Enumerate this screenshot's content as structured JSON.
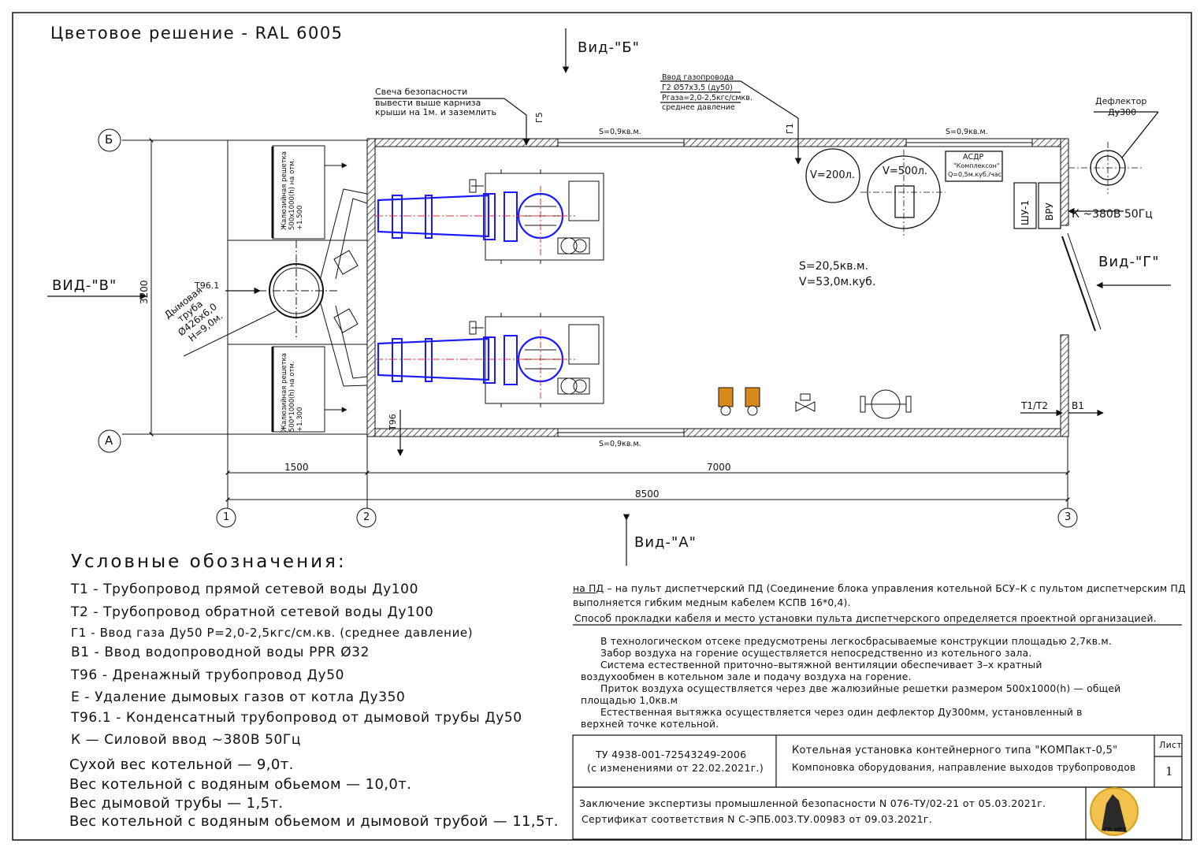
{
  "header": {
    "color_solution": "Цветовое решение - RAL 6005"
  },
  "views": {
    "view_b": "Вид-\"Б\"",
    "view_v": "ВИД-\"В\"",
    "view_g": "Вид-\"Г\"",
    "view_a": "Вид-\"А\""
  },
  "axes": {
    "row_top": "Б",
    "row_bottom": "А",
    "col_1": "1",
    "col_2": "2",
    "col_3": "3"
  },
  "dimensions": {
    "height": "3200",
    "dim_1500": "1500",
    "dim_7000": "7000",
    "dim_8500": "8500"
  },
  "callouts": {
    "candle_1": "Свеча безопасности",
    "candle_2": "вывести выше карниза",
    "candle_3": "крыши на 1м. и заземлить",
    "g5": "Г5",
    "gas_1": "Ввод газопровода",
    "gas_2": "Г2   Ø57х3,5 (ду50)",
    "gas_3": "Ргаза=2,0-2,5кгс/смкв.",
    "gas_4": "среднее давление",
    "g1": "Г1",
    "deflector_1": "Дефлектор",
    "deflector_2": "Ду300",
    "s_top_1": "S=0,9кв.м.",
    "s_top_2": "S=0,9кв.м.",
    "s_bottom": "S=0,9кв.м.",
    "tank_200": "V=200л.",
    "tank_500": "V=500л.",
    "asdr_1": "АСДР",
    "asdr_2": "\"Комплексон\"",
    "asdr_3": "Q=0,5м.куб./час",
    "shu": "ШУ-1",
    "vru": "ВРУ",
    "power_in": "К ~380В 50Гц",
    "area": "S=20,5кв.м.",
    "volume": "V=53,0м.куб.",
    "grille_top": "Жалюзийная решетка 500х1000(h) на отм. +1.500",
    "grille_bottom": "Жалюзийная решетка 500*1000(h) на отм. +1.300",
    "chimney_1": "Дымовая",
    "chimney_2": "труба",
    "chimney_3": "Ø426х6,0",
    "chimney_4": "Н=9,0м.",
    "t961": "Т96.1",
    "t96": "Т96",
    "t1t2": "Т1/Т2",
    "b1": "В1"
  },
  "legend": {
    "title": "Условные обозначения:",
    "items": [
      "Т1 - Трубопровод прямой сетевой воды Ду100",
      "Т2 - Трубопровод обратной сетевой воды Ду100",
      "Г1 - Ввод газа Ду50 Р=2,0-2,5кгс/см.кв. (среднее давление)",
      "В1 - Ввод водопроводной воды PPR Ø32",
      "Т96 - Дренажный трубопровод Ду50",
      "Е - Удаление дымовых газов от котла Ду350",
      "Т96.1 - Конденсатный трубопровод от дымовой трубы Ду50",
      "К — Силовой ввод ~380В 50Гц"
    ],
    "weights": [
      "Сухой вес котельной — 9,0т.",
      "Вес котельной с водяным обьемом — 10,0т.",
      "Вес дымовой трубы — 1,5т.",
      "Вес котельной с водяным обьемом и дымовой трубой — 11,5т."
    ]
  },
  "notes": {
    "pd_lead": "на ПД",
    "pd_line_1": " – на пульт диспетчерский ПД (Соединение блока управления котельной БСУ–К с пультом диспетчерским ПД",
    "pd_line_2": "выполняется гибким медным кабелем КСПВ 16*0,4).",
    "cable_line": "Способ прокладки кабеля и место установки пульта диспетчерского определяется проектной организацией.",
    "paragraph": [
      "В технологическом отсеке предусмотрены легкосбрасываемые конструкции площадью 2,7кв.м.",
      "Забор воздуха на горение осуществляется непосредственно из котельного зала.",
      "Система естественной приточно–вытяжной вентиляции обеспечивает 3–х кратный",
      "воздухообмен в котельном зале и подачу воздуха на горение.",
      "Приток воздуха осуществляется через две жалюзийные решетки размером 500х1000(h) — общей",
      "площадью 1,0кв.м",
      "Естественная вытяжка осуществляется через один дефлектор Ду300мм, установленный в",
      "верхней точке котельной."
    ]
  },
  "title_block": {
    "tu_1": "ТУ 4938-001-72543249-2006",
    "tu_2": "(с изменениями от 22.02.2021г.)",
    "name_1": "Котельная установка контейнерного типа \"КОМПакт-0,5\"",
    "name_2": "Компоновка оборудования, направление выходов трубопроводов",
    "sheet_label": "Лист",
    "sheet_num": "1",
    "cert_1": "Заключение экспертизы промышленной безопасности N 076-ТУ/02-21 от 05.03.2021г.",
    "cert_2": "Сертификат соответствия N С-ЭПБ.003.ТУ.00983 от 09.03.2021г.",
    "logo_text": "ГК ИРТ"
  },
  "colors": {
    "line": "#111111",
    "flue_blue": "#1a1aff",
    "orange": "#d98a1a",
    "center_red": "#e03030"
  }
}
